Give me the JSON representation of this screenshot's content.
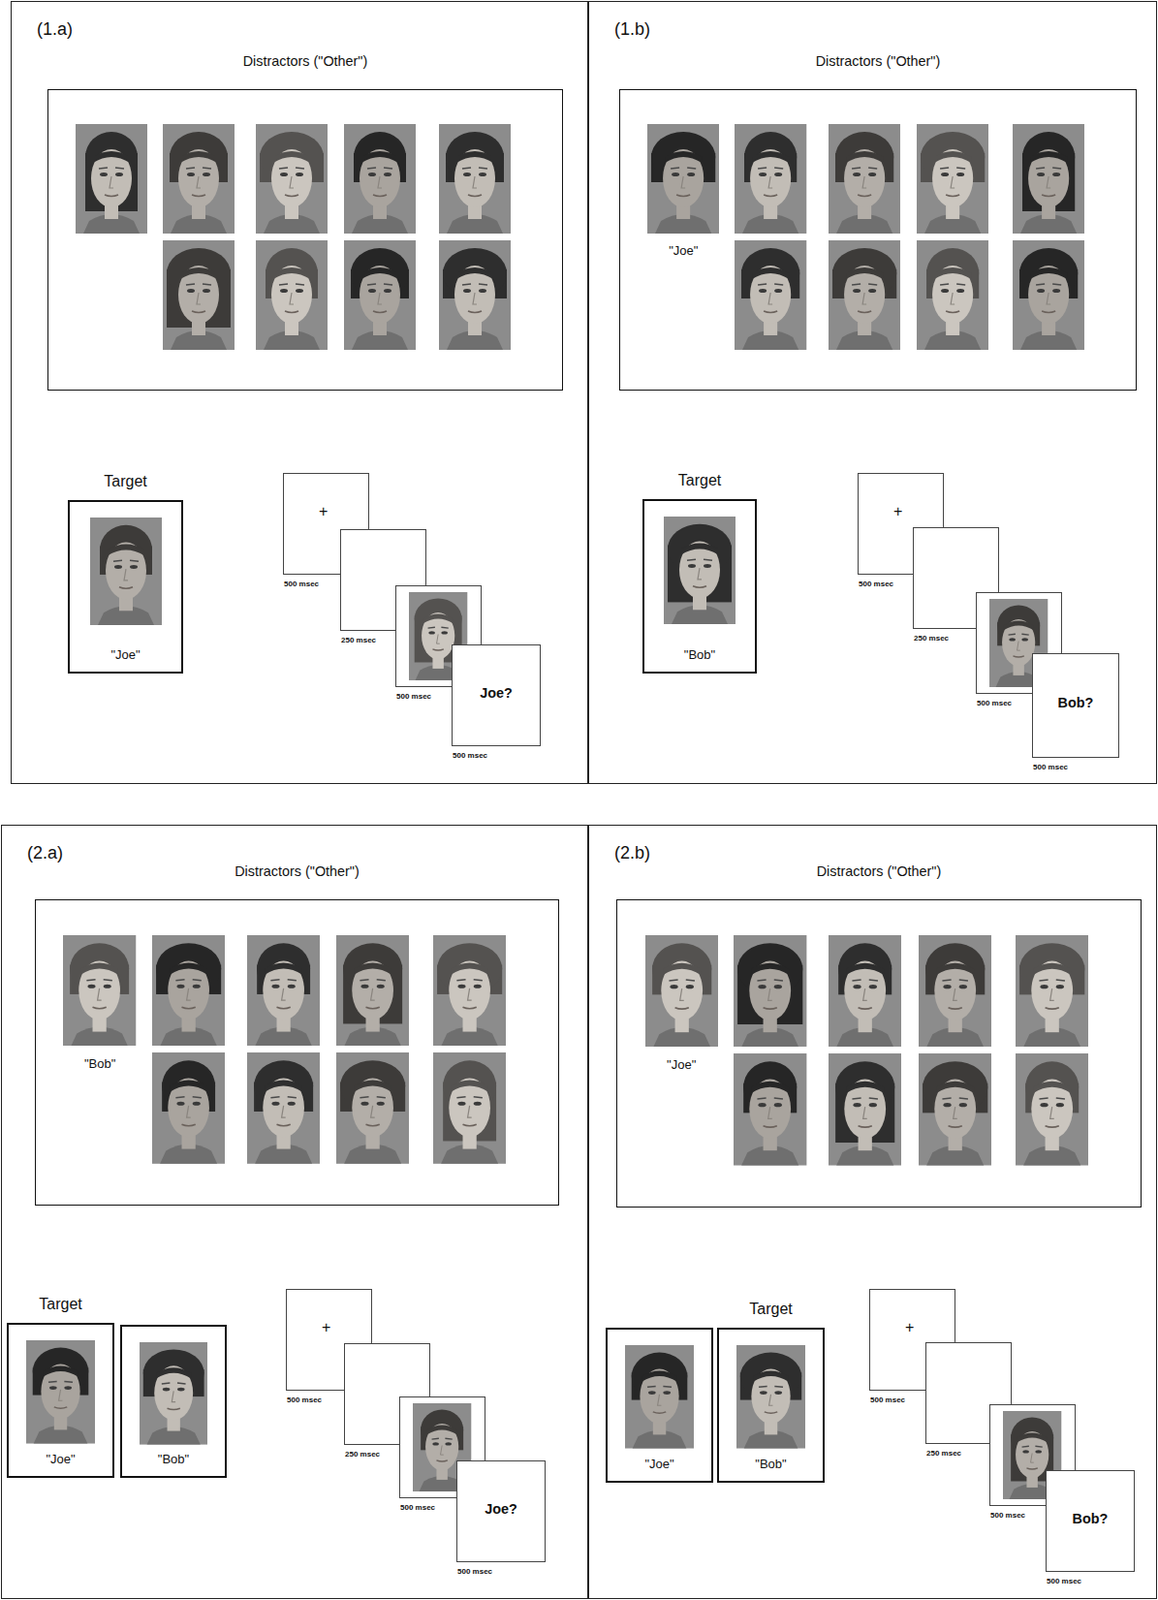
{
  "diagram": {
    "nodes": [
      {
        "text": [
          "(1.a)"
        ]
      },
      {
        "text": [
          "Distractors (\"Other\")"
        ],
        "in": 0
      },
      {
        "text": [
          "Target",
          "\"Joe\""
        ],
        "in": 0
      },
      {
        "text": [
          "+",
          "500 msec"
        ],
        "in": 0
      },
      {
        "text": [
          "250 msec"
        ],
        "in": 0
      },
      {
        "text": [
          "500 msec"
        ],
        "in": 0
      },
      {
        "text": [
          "Joe?",
          "500 msec"
        ],
        "in": 0
      },
      {
        "text": [
          "(1.b)"
        ]
      },
      {
        "text": [
          "Distractors (\"Other\")",
          "\"Joe\""
        ],
        "in": 7
      },
      {
        "text": [
          "Target",
          "\"Bob\""
        ],
        "in": 7
      },
      {
        "text": [
          "+",
          "500 msec"
        ],
        "in": 7
      },
      {
        "text": [
          "250 msec"
        ],
        "in": 7
      },
      {
        "text": [
          "500 msec"
        ],
        "in": 7
      },
      {
        "text": [
          "Bob?",
          "500 msec"
        ],
        "in": 7
      },
      {
        "text": [
          "(2.a)"
        ]
      },
      {
        "text": [
          "Distractors (\"Other\")",
          "\"Bob\""
        ],
        "in": 14
      },
      {
        "text": [
          "Target",
          "\"Joe\""
        ],
        "in": 14
      },
      {
        "text": [
          "\"Bob\""
        ],
        "in": 14
      },
      {
        "text": [
          "+",
          "500 msec"
        ],
        "in": 14
      },
      {
        "text": [
          "250 msec"
        ],
        "in": 14
      },
      {
        "text": [
          "500 msec"
        ],
        "in": 14
      },
      {
        "text": [
          "Joe?",
          "500 msec"
        ],
        "in": 14
      },
      {
        "text": [
          "(2.b)"
        ]
      },
      {
        "text": [
          "Distractors (\"Other\")",
          "\"Joe\""
        ],
        "in": 22
      },
      {
        "text": [
          "\"Joe\""
        ],
        "in": 22
      },
      {
        "text": [
          "Target",
          "\"Bob\""
        ],
        "in": 22
      },
      {
        "text": [
          "+",
          "500 msec"
        ],
        "in": 22
      },
      {
        "text": [
          "250 msec"
        ],
        "in": 22
      },
      {
        "text": [
          "500 msec"
        ],
        "in": 22
      },
      {
        "text": [
          "Bob?",
          "500 msec"
        ],
        "in": 22
      }
    ]
  }
}
